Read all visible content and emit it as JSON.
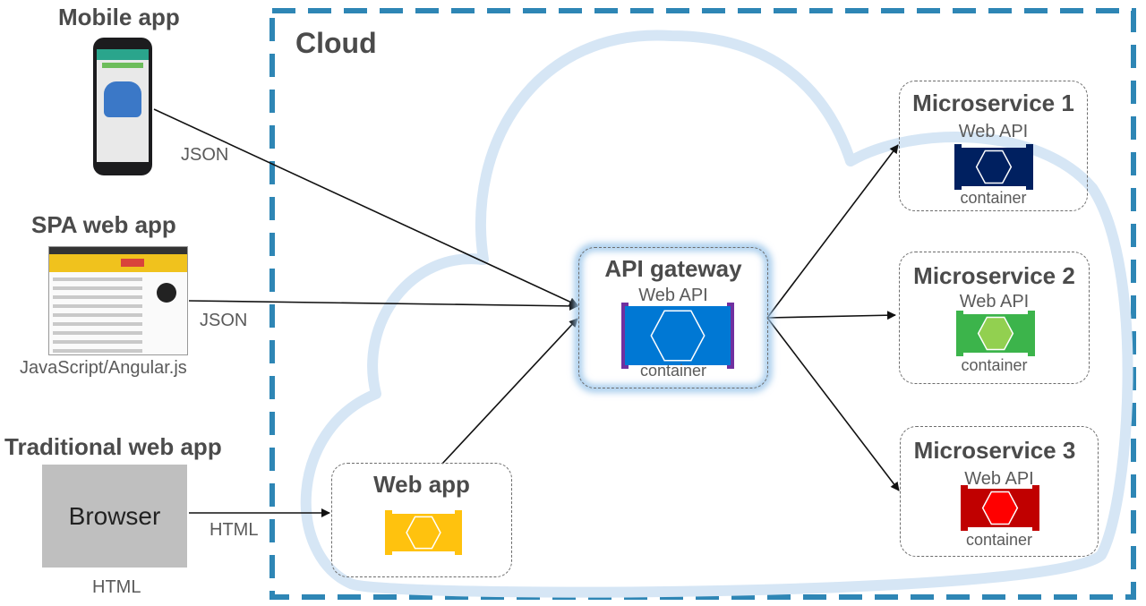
{
  "clients": {
    "mobile": {
      "title": "Mobile app",
      "protocol": "JSON"
    },
    "spa": {
      "title": "SPA web app",
      "protocol": "JSON",
      "caption": "JavaScript/Angular.js"
    },
    "traditional": {
      "title": "Traditional web app",
      "browser_label": "Browser",
      "protocol": "HTML",
      "caption": "HTML"
    }
  },
  "cloud": {
    "title": "Cloud"
  },
  "webapp": {
    "title": "Web app",
    "color": "#ffc20e"
  },
  "gateway": {
    "title": "API gateway",
    "subtitle": "Web API",
    "caption": "container",
    "color": "#0078d4",
    "bracket_color": "#7030a0"
  },
  "microservices": [
    {
      "title": "Microservice 1",
      "subtitle": "Web API",
      "caption": "container",
      "color": "#002060",
      "hex_color": "#002060"
    },
    {
      "title": "Microservice 2",
      "subtitle": "Web API",
      "caption": "container",
      "color": "#3cb44b",
      "hex_color": "#92d050"
    },
    {
      "title": "Microservice 3",
      "subtitle": "Web API",
      "caption": "container",
      "color": "#c00000",
      "hex_color": "#ff0000"
    }
  ]
}
